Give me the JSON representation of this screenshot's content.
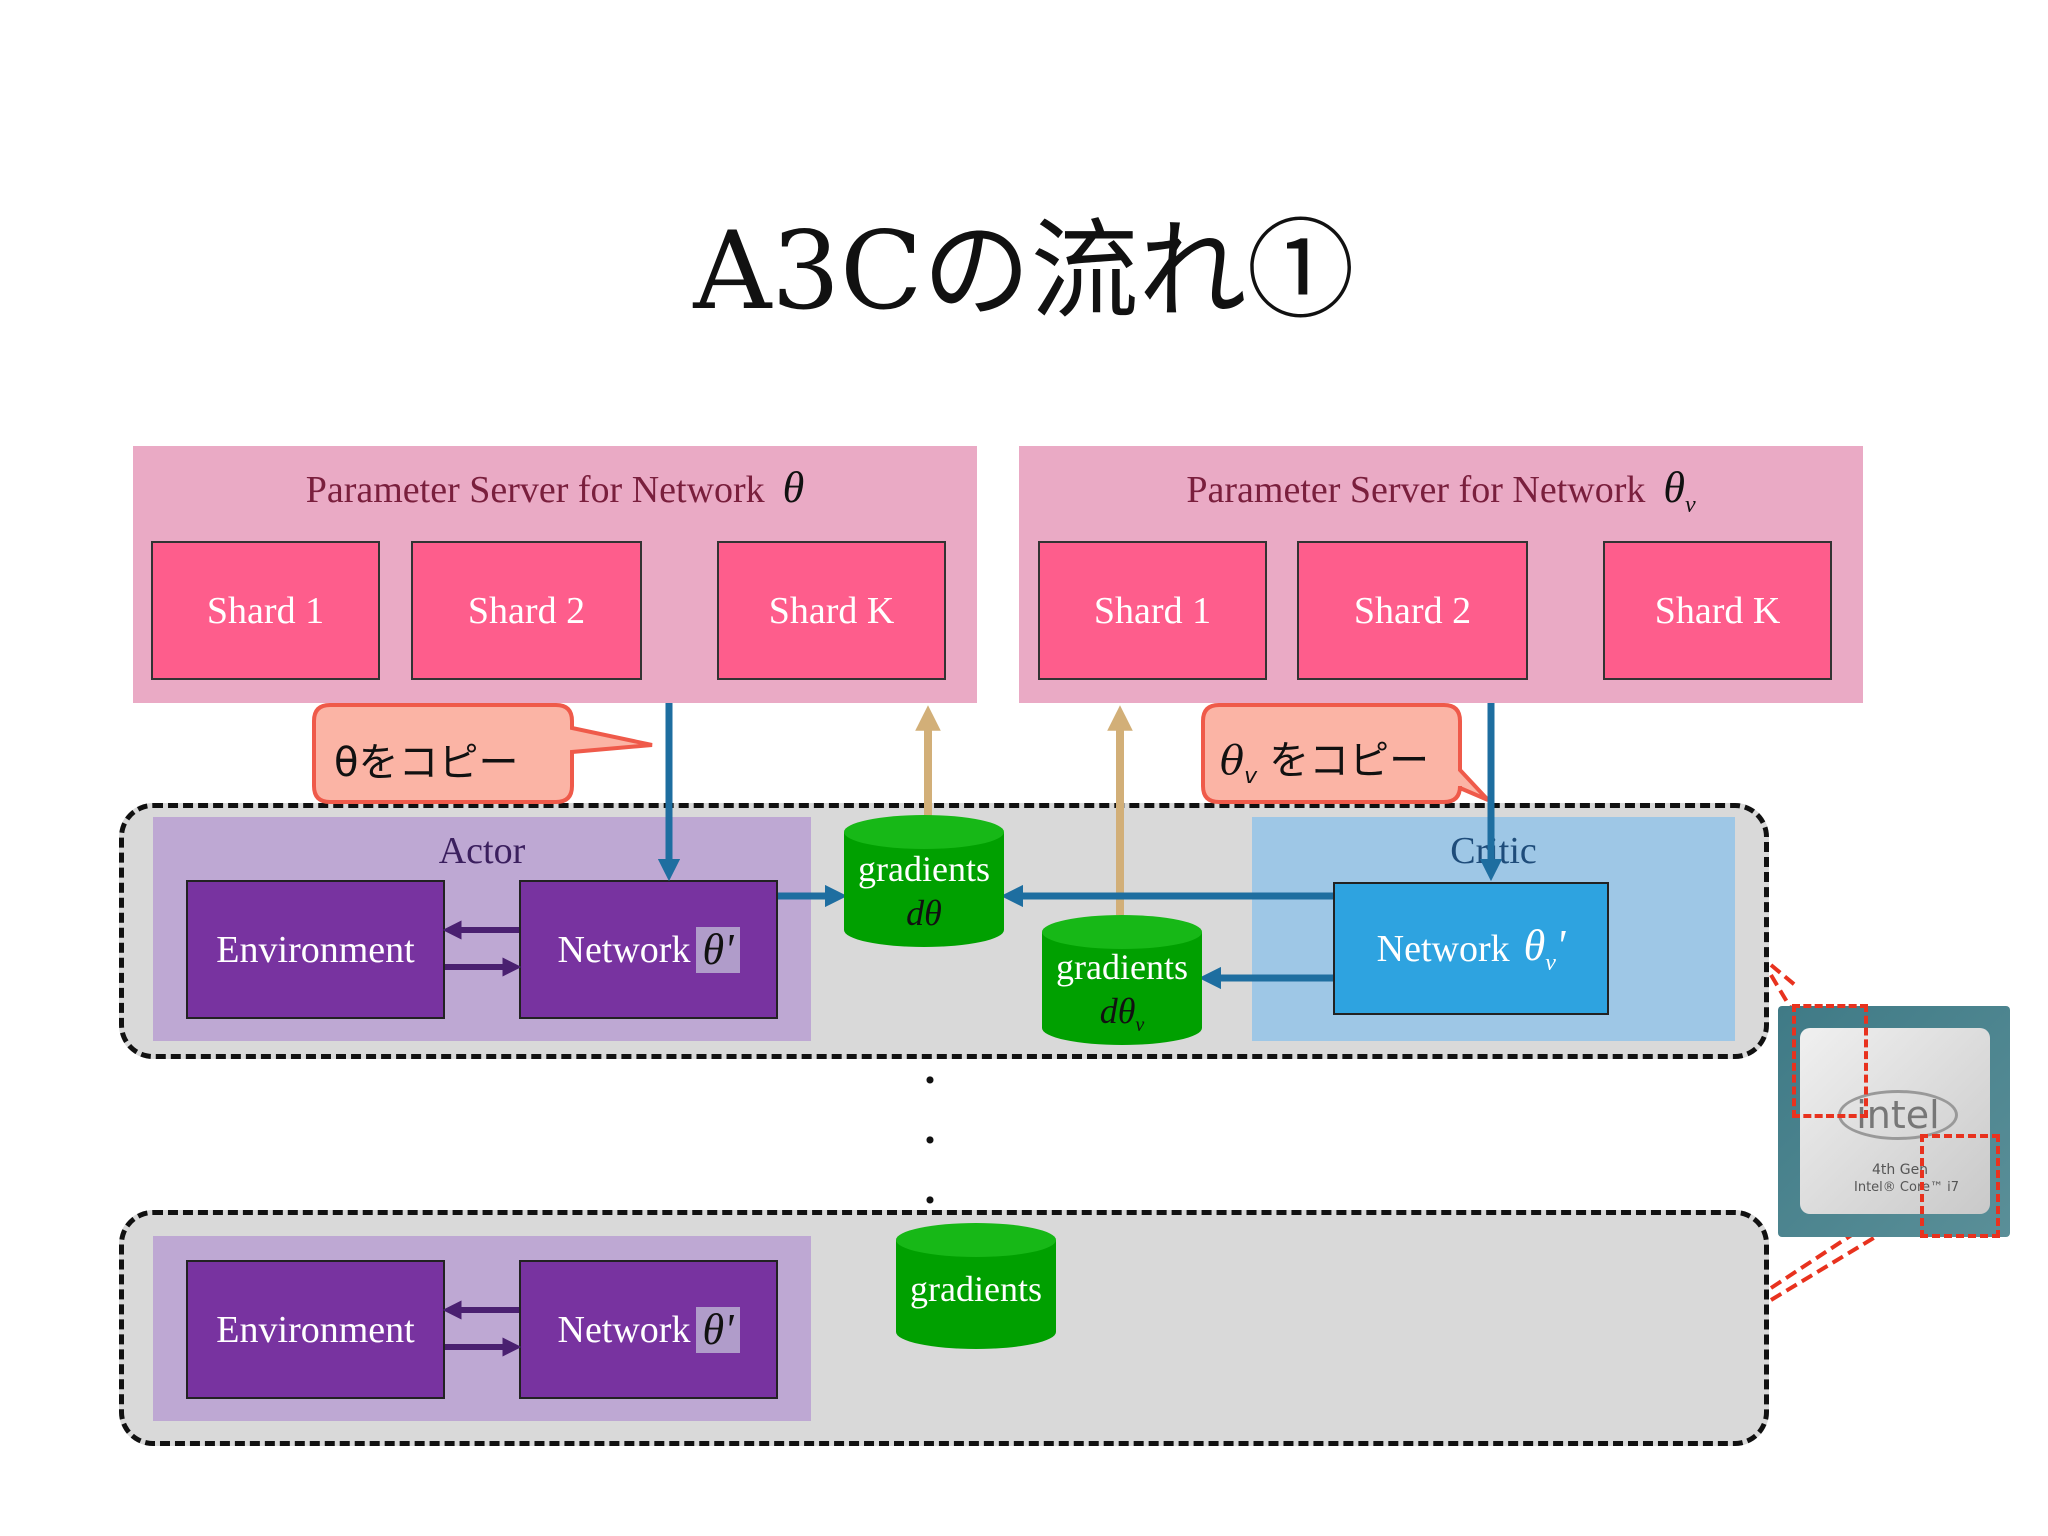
{
  "title": "A3Cの流れ①",
  "param_server_theta": {
    "label": "Parameter Server for Network",
    "symbol": "θ",
    "shards": [
      "Shard 1",
      "Shard 2",
      "Shard K"
    ]
  },
  "param_server_theta_v": {
    "label": "Parameter Server for Network",
    "symbol": "θ",
    "subscript": "v",
    "shards": [
      "Shard 1",
      "Shard 2",
      "Shard K"
    ]
  },
  "callouts": {
    "copy_theta": "θをコピー",
    "copy_theta_v_symbol": "θ",
    "copy_theta_v_sub": "v",
    "copy_theta_v_text": "をコピー"
  },
  "worker1": {
    "actor_label": "Actor",
    "critic_label": "Critic",
    "environment": "Environment",
    "network": "Network",
    "theta_prime": "θ'",
    "critic_network": "Network",
    "critic_theta": "θ",
    "critic_sub": "v",
    "critic_prime": "'",
    "gradients_label": "gradients",
    "gradients_symbol": "dθ",
    "gradients_v_label": "gradients",
    "gradients_v_symbol": "dθ",
    "gradients_v_sub": "v"
  },
  "worker2": {
    "environment": "Environment",
    "network": "Network",
    "theta_prime": "θ'",
    "gradients_label": "gradients"
  },
  "chip": {
    "brand": "intel",
    "line1": "4th Gen",
    "line2": "Intel® Core™ i7"
  },
  "colors": {
    "param_server_bg": "#eaaac5",
    "shard": "#fe5d8c",
    "actor_bg": "#bea8d3",
    "network": "#7833a0",
    "critic_bg": "#9ec7e6",
    "critic_network": "#2ea3e0",
    "gradients": "#00a000",
    "arrow_blue": "#1e6ea0",
    "arrow_tan": "#d2af78",
    "callout_fill": "#fbb4a5",
    "callout_border": "#ef5a4a",
    "chip_highlight": "#e8321e"
  }
}
